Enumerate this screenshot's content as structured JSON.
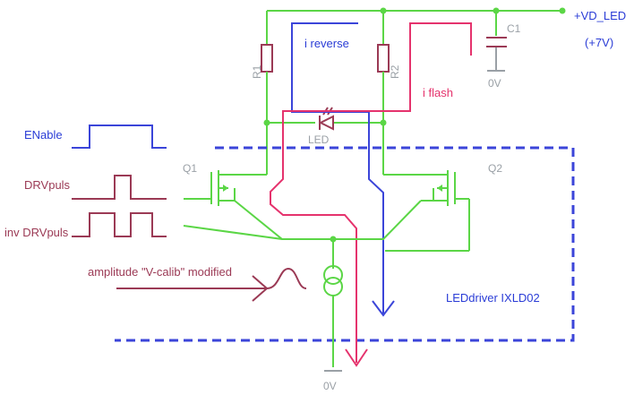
{
  "labels": {
    "supply": "+VD_LED",
    "supply_voltage": "(+7V)",
    "c1": "C1",
    "c1_ground": "0V",
    "r1": "R1",
    "r2": "R2",
    "led": "LED",
    "i_reverse": "i reverse",
    "i_flash": "i  flash",
    "enable": "ENable",
    "drvpuls": "DRVpuls",
    "inv_drvpuls": "inv DRVpuls",
    "q1": "Q1",
    "q2": "Q2",
    "amplitude": "amplitude \"V-calib\" modified",
    "driver": "LEDdriver  IXLD02",
    "bottom_ground": "0V"
  },
  "colors": {
    "wire": "#5bd646",
    "blue": "#3b45d9",
    "pink": "#e5336d",
    "maroon": "#9b3a55",
    "gray": "#9aa0a6"
  }
}
